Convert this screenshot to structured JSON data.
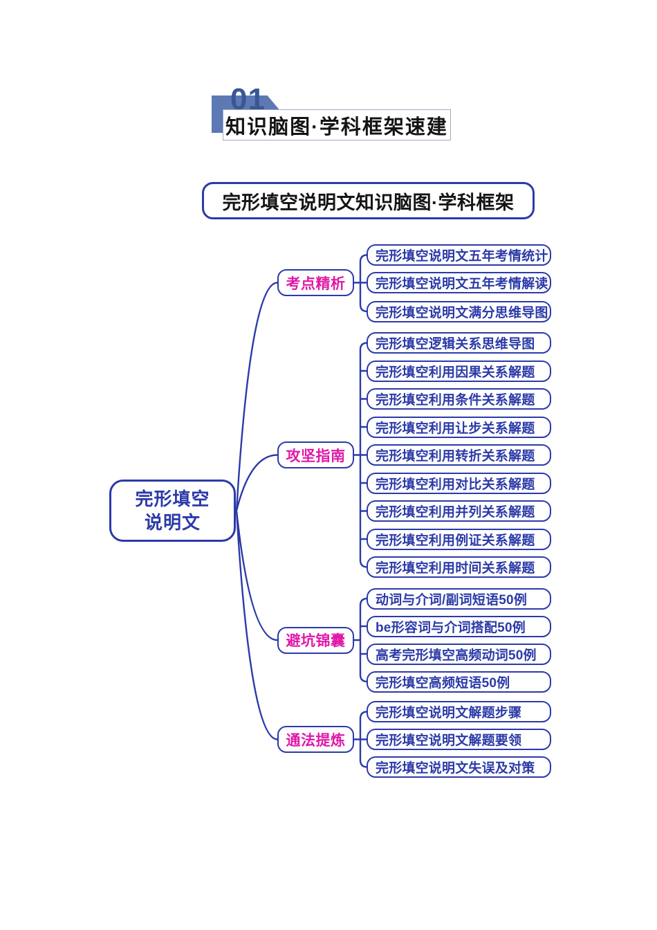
{
  "header": {
    "section_number": "01",
    "section_title": "知识脑图·学科框架速建",
    "band_color": "#5c79b4",
    "number_color": "#3a5795"
  },
  "title_box": {
    "text": "完形填空说明文知识脑图·学科框架"
  },
  "mindmap": {
    "accent_blue": "#2b3aa8",
    "branch_label_color": "#e018a8",
    "root": {
      "line1": "完形填空",
      "line2": "说明文"
    },
    "branches": [
      {
        "label": "考点精析",
        "children": [
          "完形填空说明文五年考情统计",
          "完形填空说明文五年考情解读",
          "完形填空说明文满分思维导图"
        ]
      },
      {
        "label": "攻坚指南",
        "children": [
          "完形填空逻辑关系思维导图",
          "完形填空利用因果关系解题",
          "完形填空利用条件关系解题",
          "完形填空利用让步关系解题",
          "完形填空利用转折关系解题",
          "完形填空利用对比关系解题",
          "完形填空利用并列关系解题",
          "完形填空利用例证关系解题",
          "完形填空利用时间关系解题"
        ]
      },
      {
        "label": "避坑锦囊",
        "children": [
          "动词与介词/副词短语50例",
          "be形容词与介词搭配50例",
          "高考完形填空高频动词50例",
          "完形填空高频短语50例"
        ]
      },
      {
        "label": "通法提炼",
        "children": [
          "完形填空说明文解题步骤",
          "完形填空说明文解题要领",
          "完形填空说明文失误及对策"
        ]
      }
    ]
  }
}
